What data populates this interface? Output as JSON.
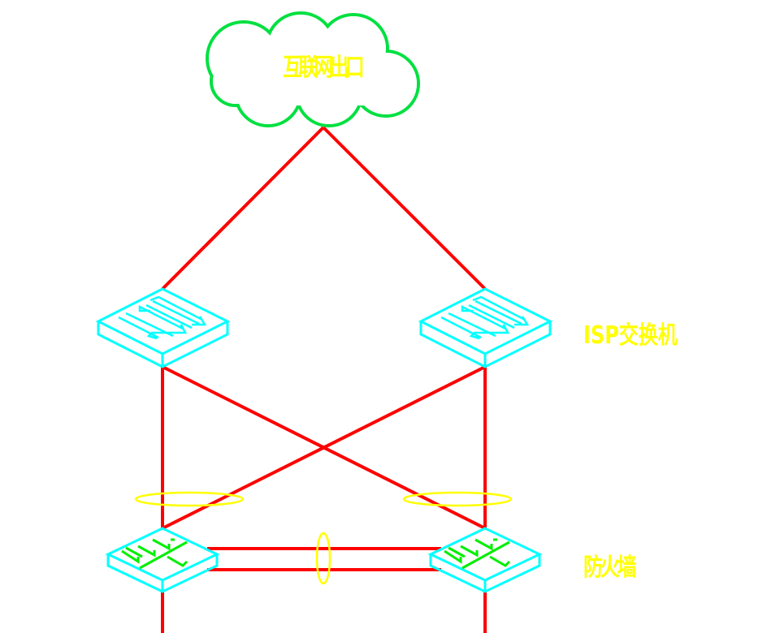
{
  "cloud": {
    "label": "互联网出口"
  },
  "isp_switch": {
    "label": "ISP交换机"
  },
  "firewall": {
    "label": "防火墙"
  },
  "colors": {
    "link": "#ff0000",
    "device": "#00ffff",
    "cloud": "#00e040",
    "label": "#ffff00",
    "firewall_icon": "#00ee00"
  }
}
